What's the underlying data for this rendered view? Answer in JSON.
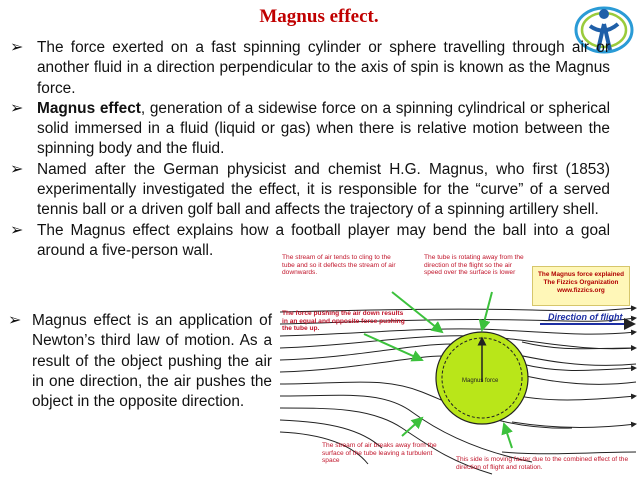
{
  "title": "Magnus effect.",
  "bullets": [
    {
      "id": "b1",
      "bold": "",
      "text": "The force exerted on a fast spinning cylinder or sphere travelling through air or another fluid in a direction perpendicular to the axis of spin is known as the Magnus force."
    },
    {
      "id": "b2",
      "bold": "Magnus effect",
      "text": ", generation of a sidewise force on a spinning cylindrical or spherical solid immersed in a fluid (liquid or gas) when there is relative motion between the spinning body and the fluid."
    },
    {
      "id": "b3",
      "bold": "",
      "text": "Named after the German physicist and chemist H.G. Magnus, who first (1853) experimentally investigated the effect, it is responsible for the “curve” of a served tennis ball or a driven golf ball and affects the trajectory of a spinning artillery shell."
    },
    {
      "id": "b4",
      "bold": "",
      "text": "The Magnus effect explains how a football player may bend the ball into a goal around a five-person wall."
    }
  ],
  "side_bullet": "Magnus effect is an application of Newton’s third law of motion. As a result of the object pushing the air in one direction, the air pushes the object in the opposite direction.",
  "diagram": {
    "label_stream_top": "The stream of air tends to cling to the tube and so it deflects the stream of air downwards.",
    "label_tube": "The tube is rotating away from the direction of the flight so the air speed over the surface is lower",
    "brand_line1": "The Magnus force explained",
    "brand_line2": "The Fizzics Organization",
    "brand_line3": "www.fizzics.org",
    "label_force": "The force pushing the air down results in an equal and opposite force pushing the tube up.",
    "direction": "Direction of flight",
    "magnus_force": "Magnus force",
    "label_breaks": "The stream of air breaks away from the surface of the tube leaving a turbulent space",
    "label_faster": "This side is moving faster due to the combined effect of the direction of flight and rotation."
  },
  "colors": {
    "title": "#c00000",
    "annotation": "#c0142a",
    "ball": "#b9e619",
    "arrow": "#1d2fa3"
  }
}
